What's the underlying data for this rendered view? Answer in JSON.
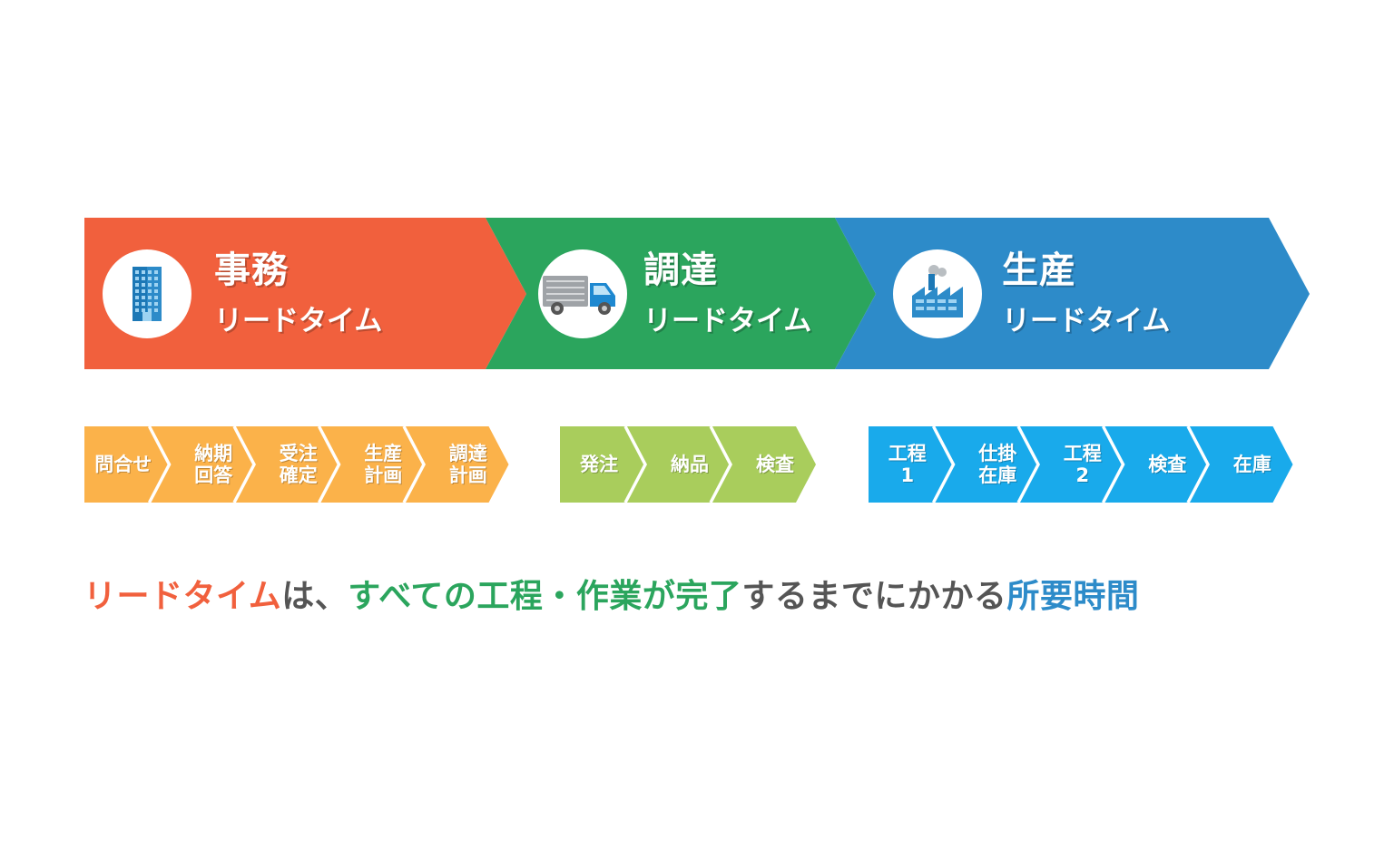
{
  "phases": [
    {
      "title": "事務",
      "subtitle": "リードタイム",
      "color": "#F1603D",
      "icon": "office-building-icon"
    },
    {
      "title": "調達",
      "subtitle": "リードタイム",
      "color": "#2BA55D",
      "icon": "delivery-truck-icon"
    },
    {
      "title": "生産",
      "subtitle": "リードタイム",
      "color": "#2D8BC9",
      "icon": "factory-icon"
    }
  ],
  "step_groups": [
    {
      "color": "#FBB24A",
      "steps": [
        "問合せ",
        "納期\n回答",
        "受注\n確定",
        "生産\n計画",
        "調達\n計画"
      ]
    },
    {
      "color": "#A9CD5C",
      "steps": [
        "発注",
        "納品",
        "検査"
      ]
    },
    {
      "color": "#19AAEB",
      "steps": [
        "工程\n1",
        "仕掛\n在庫",
        "工程\n2",
        "検査",
        "在庫"
      ]
    }
  ],
  "caption": [
    {
      "text": "リードタイム",
      "color": "#F1603D"
    },
    {
      "text": "は、",
      "color": "#555555"
    },
    {
      "text": "すべての工程・作業が完了",
      "color": "#2BA55D"
    },
    {
      "text": "するまでにかかる",
      "color": "#555555"
    },
    {
      "text": "所要時間",
      "color": "#2D8BC9"
    }
  ]
}
